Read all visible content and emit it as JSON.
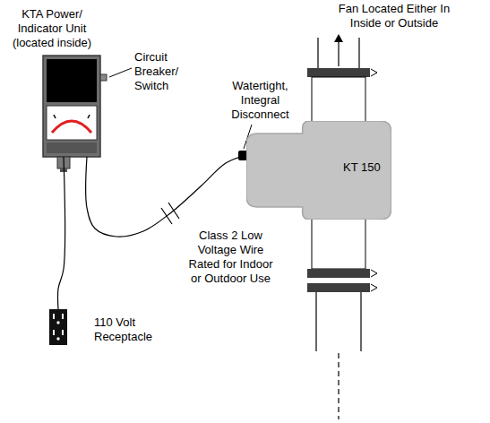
{
  "diagram": {
    "nodes": [
      {
        "text": [
          "KTA Power/ Indicator Unit (located inside)"
        ]
      },
      {
        "text": [
          "110 Volt Receptacle"
        ]
      },
      {
        "text": [
          "KT 150"
        ]
      }
    ],
    "edges": [
      {
        "from": 0,
        "to": 1,
        "arrow": "none"
      },
      {
        "from": 0,
        "to": 2,
        "label": "Class 2 Low Voltage Wire Rated for Indoor or Outdoor Use",
        "arrow": "none"
      }
    ],
    "labels": [
      "Fan Located Either In Inside or Outside",
      "Circuit Breaker/ Switch",
      "Watertight, Integral Disconnect"
    ]
  }
}
